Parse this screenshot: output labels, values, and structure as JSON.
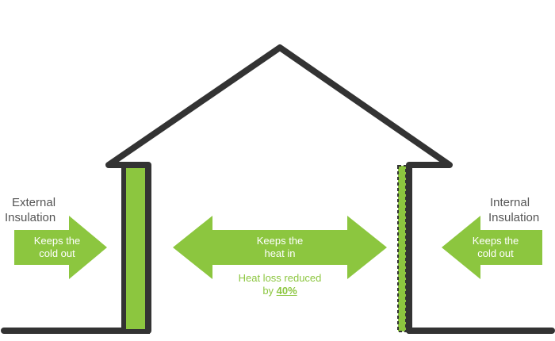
{
  "colors": {
    "outline": "#333333",
    "insulation": "#8cc63f",
    "arrow_fill": "#8cc63f",
    "arrow_text": "#ffffff",
    "label_text": "#555555",
    "note_text": "#8cc63f"
  },
  "labels": {
    "external": [
      "External",
      "Insulation"
    ],
    "internal": [
      "Internal",
      "Insulation"
    ]
  },
  "arrows": {
    "left": [
      "Keeps the",
      "cold out"
    ],
    "center": [
      "Keeps the",
      "heat in"
    ],
    "right": [
      "Keeps the",
      "cold out"
    ]
  },
  "note": {
    "line1": "Heat loss reduced",
    "line2_prefix": "by ",
    "line2_value": "40%"
  }
}
